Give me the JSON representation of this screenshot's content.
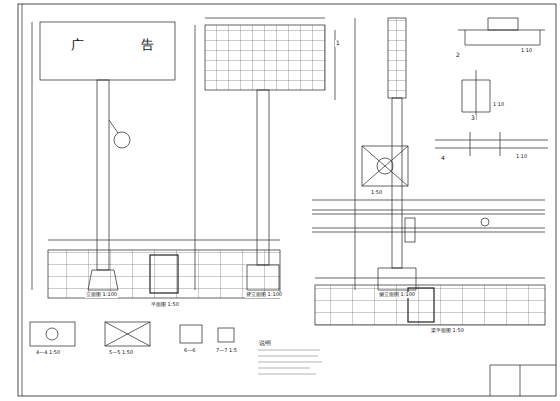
{
  "diagram": {
    "labels": [
      "广",
      "告",
      "立面图 1:100",
      "背立面图 1:100",
      "侧立面图 1:100",
      "1:10",
      "1:10",
      "1:10",
      "平面图 1:50",
      "梁平面图 1:50",
      "4—4 1:50",
      "5—5 1:50",
      "6—6",
      "7—7 1:5",
      "说明",
      "1",
      "2",
      "3",
      "4",
      "1:50"
    ]
  }
}
